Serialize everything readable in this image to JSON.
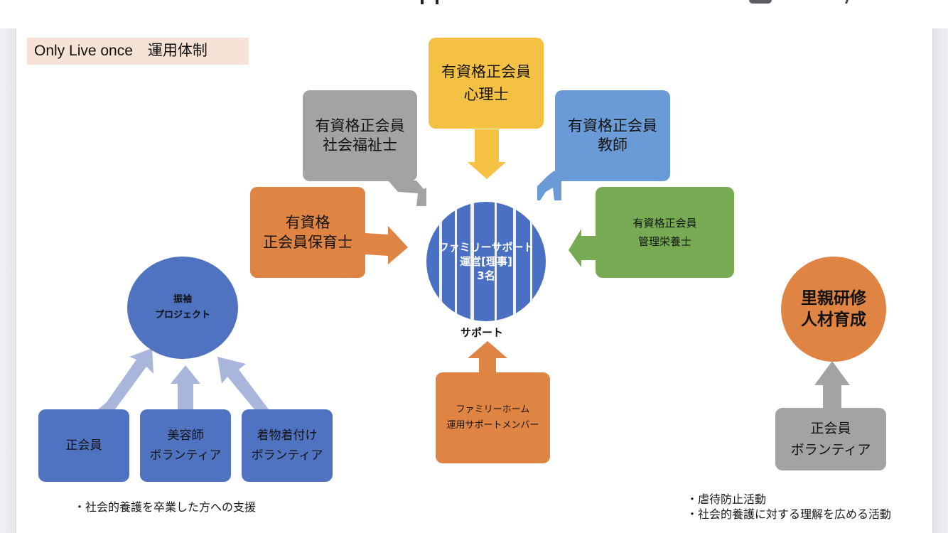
{
  "title": "Only Live once　運用体制",
  "center": {
    "circle_lines": [
      "ファミリーサポート",
      "運営[理事]",
      "3名"
    ],
    "caption": "サポート"
  },
  "top_boxes": {
    "psychologist": [
      "有資格正会員",
      "心理士"
    ],
    "social_worker": [
      "有資格正会員",
      "社会福祉士"
    ],
    "teacher": [
      "有資格正会員",
      "教師"
    ],
    "childcare": [
      "有資格",
      "正会員保育士"
    ],
    "dietitian": [
      "有資格正会員",
      "管理栄養士"
    ]
  },
  "support_member": [
    "ファミリーホーム",
    "運用サポートメンバー"
  ],
  "furisode": {
    "circle": [
      "振袖",
      "プロジェクト"
    ],
    "members": [
      [
        "正会員"
      ],
      [
        "美容師",
        "ボランティア"
      ],
      [
        "着物着付け",
        "ボランティア"
      ]
    ],
    "note": "・社会的養護を卒業した方への支援"
  },
  "foster": {
    "circle": [
      "里親研修",
      "人材育成"
    ],
    "member": [
      "正会員",
      "ボランティア"
    ],
    "notes": [
      "・虐待防止活動",
      "・社会的養護に対する理解を広める活動"
    ]
  },
  "colors": {
    "yellow": "#f4c142",
    "gray": "#a3a3a3",
    "light_blue": "#6a9bd6",
    "orange": "#e08444",
    "green": "#77ab53",
    "blue": "#4f72c1",
    "pale_blue_arrow": "#a8b6dc",
    "title_bg": "#f7e2d6"
  }
}
